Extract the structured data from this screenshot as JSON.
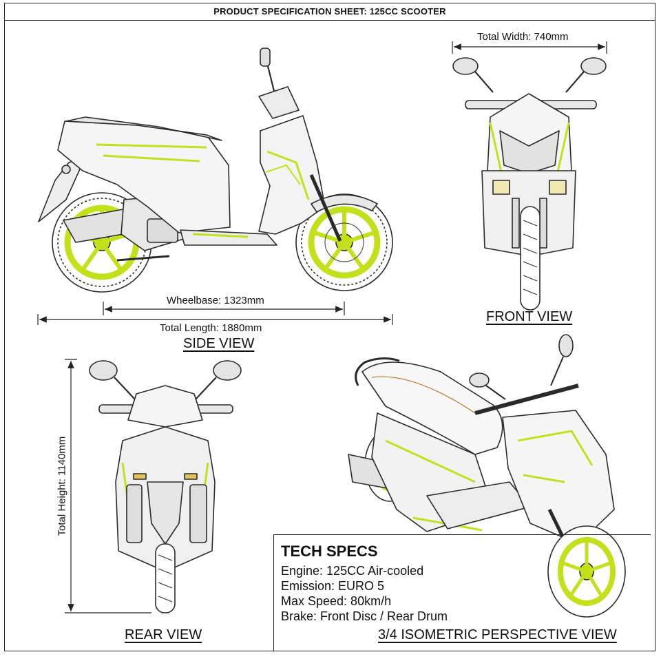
{
  "header": {
    "title": "PRODUCT SPECIFICATION SHEET: 125CC SCOOTER"
  },
  "views": {
    "side": "SIDE VIEW",
    "front": "FRONT VIEW",
    "rear": "REAR VIEW",
    "isometric": "3/4 ISOMETRIC PERSPECTIVE VIEW"
  },
  "dimensions": {
    "total_width": "Total Width: 740mm",
    "wheelbase": "Wheelbase: 1323mm",
    "total_length": "Total Length: 1880mm",
    "total_height": "Total Height: 1140mm"
  },
  "tech_specs": {
    "title": "TECH SPECS",
    "lines": [
      "Engine: 125CC Air-cooled",
      "Emission: EURO 5",
      "Max Speed: 80km/h",
      "Brake: Front Disc / Rear Drum"
    ]
  },
  "colors": {
    "accent": "#c4e01a",
    "line": "#2a2a2a",
    "fill": "#f1f1f1"
  }
}
